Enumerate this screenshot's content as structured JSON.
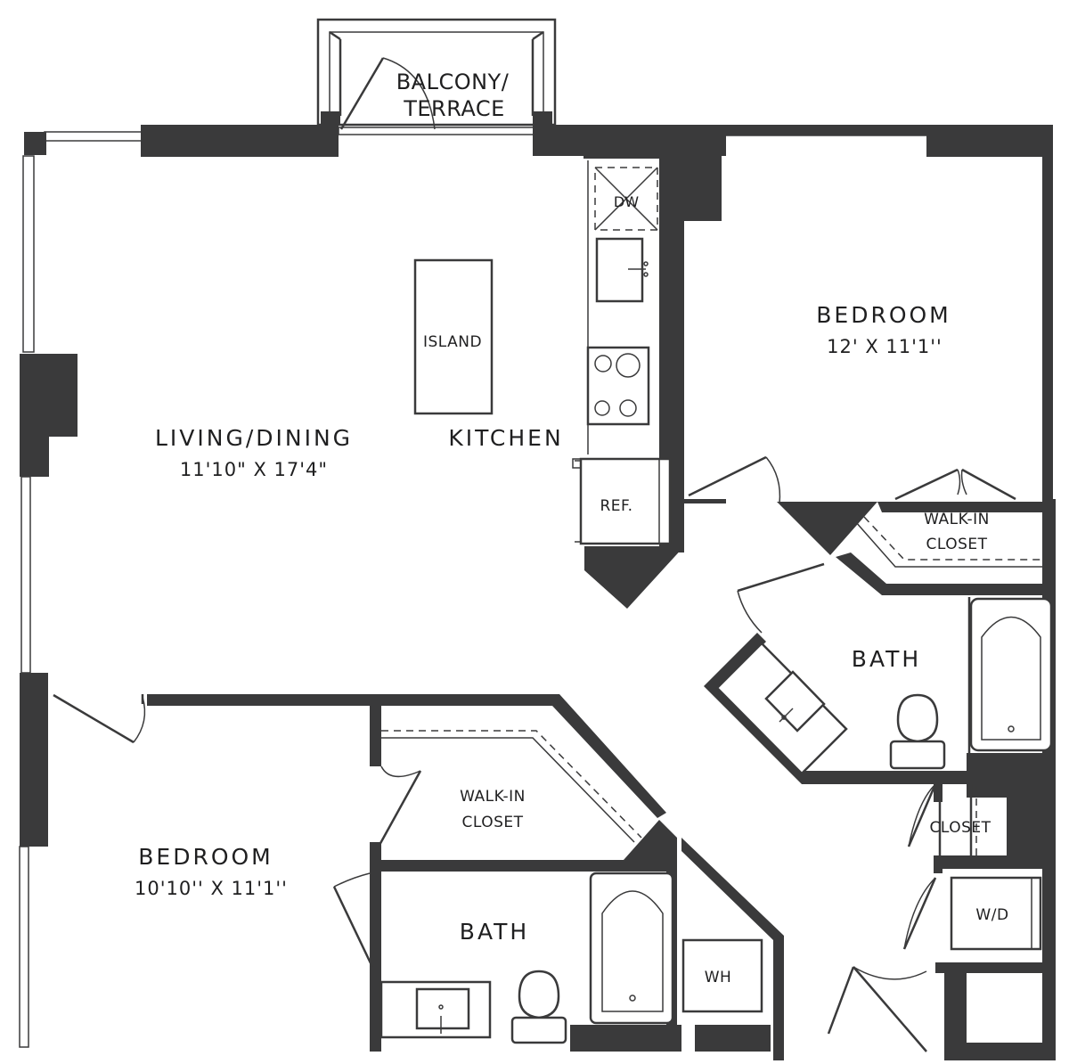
{
  "rooms": {
    "balcony": {
      "line1": "BALCONY/",
      "line2": "TERRACE"
    },
    "living": {
      "name": "LIVING/DINING",
      "dims": "11'10\" X 17'4\""
    },
    "kitchen": {
      "name": "KITCHEN"
    },
    "island": {
      "name": "ISLAND"
    },
    "dw": {
      "name": "DW"
    },
    "ref": {
      "name": "REF."
    },
    "bedroom1": {
      "name": "BEDROOM",
      "dims": "12' X 11'1''"
    },
    "walkin1": {
      "line1": "WALK-IN",
      "line2": "CLOSET"
    },
    "bath1": {
      "name": "BATH"
    },
    "closet": {
      "name": "CLOSET"
    },
    "wd": {
      "name": "W/D"
    },
    "bedroom2": {
      "name": "BEDROOM",
      "dims": "10'10'' X 11'1''"
    },
    "walkin2": {
      "line1": "WALK-IN",
      "line2": "CLOSET"
    },
    "bath2": {
      "name": "BATH"
    },
    "wh": {
      "name": "WH"
    }
  },
  "colors": {
    "wall": "#3a3a3b",
    "background": "#ffffff"
  }
}
